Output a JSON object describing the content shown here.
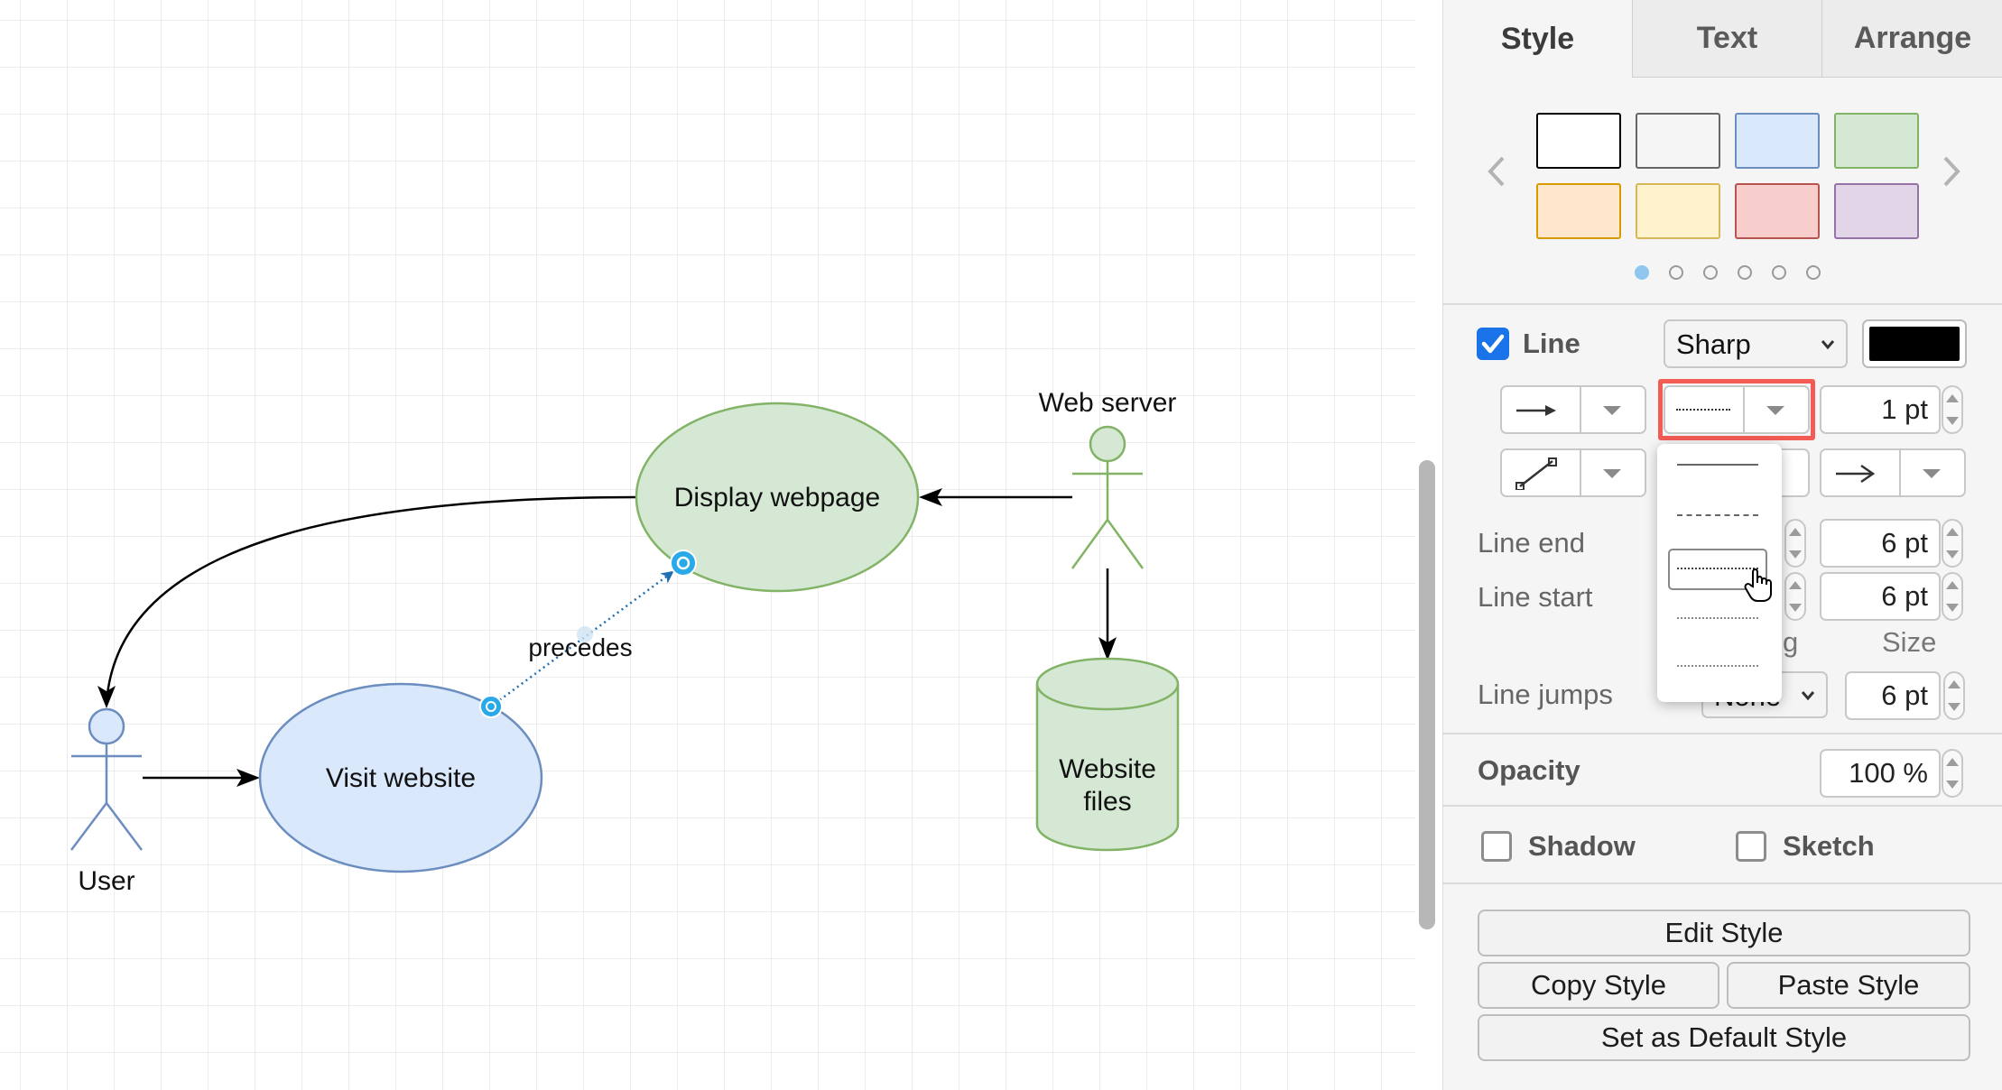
{
  "diagram": {
    "nodes": {
      "display_webpage": "Display webpage",
      "visit_website": "Visit website",
      "website_files_line1": "Website",
      "website_files_line2": "files",
      "web_server": "Web server",
      "user": "User"
    },
    "edge_label": "precedes"
  },
  "panel": {
    "tabs": [
      {
        "label": "Style",
        "active": true
      },
      {
        "label": "Text",
        "active": false
      },
      {
        "label": "Arrange",
        "active": false
      }
    ],
    "swatches": {
      "row1": [
        {
          "fill": "#ffffff",
          "stroke": "#000000"
        },
        {
          "fill": "#f5f5f5",
          "stroke": "#666666"
        },
        {
          "fill": "#dae8fc",
          "stroke": "#6c8ebf"
        },
        {
          "fill": "#d5e8d4",
          "stroke": "#82b366"
        }
      ],
      "row2": [
        {
          "fill": "#ffe6cc",
          "stroke": "#d79b00"
        },
        {
          "fill": "#fff2cc",
          "stroke": "#d6b656"
        },
        {
          "fill": "#f8cecc",
          "stroke": "#b85450"
        },
        {
          "fill": "#e1d5e7",
          "stroke": "#9673a6"
        }
      ]
    },
    "page_dots": {
      "count": 6,
      "active_index": 0
    },
    "line": {
      "label": "Line",
      "checked": true,
      "style_select": "Sharp",
      "color": "#000000",
      "width_value": "1 pt",
      "line_end_label": "Line end",
      "line_end_size": "6 pt",
      "line_start_label": "Line start",
      "line_start_size": "6 pt",
      "spacing_partial": "g",
      "size_label": "Size",
      "line_jumps_label": "Line jumps",
      "line_jumps_select": "None",
      "line_jumps_size": "6 pt"
    },
    "opacity": {
      "label": "Opacity",
      "value": "100 %"
    },
    "shadow_label": "Shadow",
    "sketch_label": "Sketch",
    "buttons": {
      "edit_style": "Edit Style",
      "copy_style": "Copy Style",
      "paste_style": "Paste Style",
      "set_default": "Set as Default Style"
    },
    "pattern_options": [
      "solid",
      "dashed",
      "dotted",
      "dotted",
      "dotted"
    ],
    "highlight_color": "#f25c54"
  }
}
